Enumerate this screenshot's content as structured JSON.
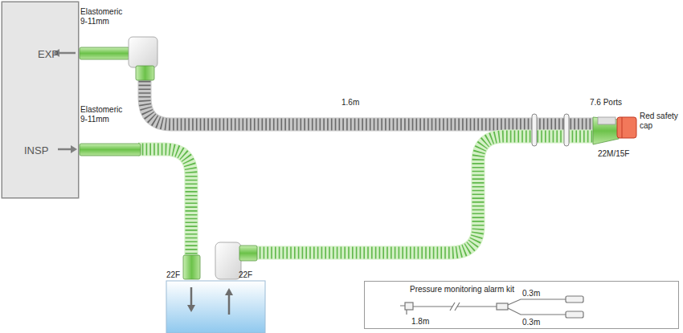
{
  "diagram": {
    "nodes": [
      {
        "text": [
          "EXP",
          "INSP"
        ]
      },
      {
        "text": [
          "Pressure monitoring alarm kit"
        ]
      }
    ],
    "labels": [
      "Elastomeric 9-11mm",
      "Elastomeric 9-11mm",
      "1.6m",
      "7.6 Ports",
      "Red safety cap",
      "22M/15F",
      "22F",
      "22F",
      "0.3m",
      "0.3m",
      "1.8m"
    ]
  }
}
